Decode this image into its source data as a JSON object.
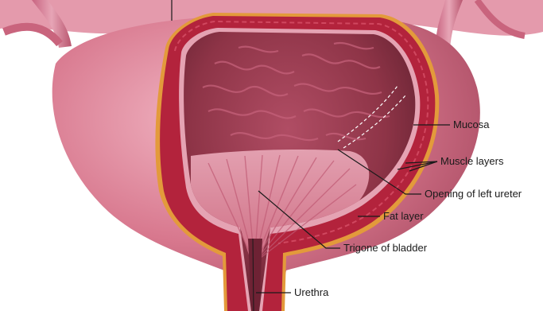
{
  "labels": {
    "mucosa": "Mucosa",
    "muscle_layers": "Muscle layers",
    "opening_left_ureter": "Opening of left ureter",
    "fat_layer": "Fat layer",
    "trigone": "Trigone of bladder",
    "urethra": "Urethra"
  },
  "colors": {
    "outer_tissue": "#d8788e",
    "muscle": "#b3233c",
    "fat": "#e39a3b",
    "interior": "#8e3447",
    "mucosa_pink": "#cf6e84"
  }
}
